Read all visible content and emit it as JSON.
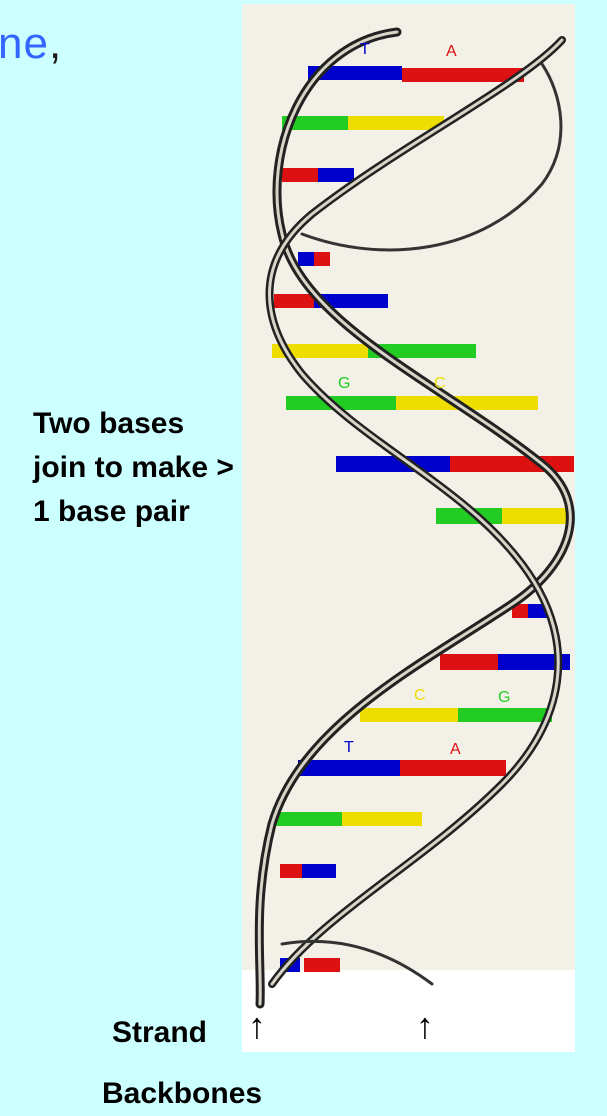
{
  "fragment": {
    "text": "ne",
    "punct": ","
  },
  "labels": {
    "pair_line1": "Two bases",
    "pair_line2": "join to make >",
    "pair_line3": "1 base pair",
    "strand": "Strand",
    "backbones": "Backbones",
    "arrow": "↑"
  },
  "base_letters": {
    "t1": "T",
    "a1": "A",
    "g1": "G",
    "c1": "C",
    "c2": "C",
    "g2": "G",
    "t2": "T",
    "a2": "A"
  },
  "colors": {
    "background": "#ccffff",
    "title_blue": "#3366ff",
    "base_T": "#0000cc",
    "base_A": "#dd1111",
    "base_G": "#22cc22",
    "base_C": "#eedd00",
    "backbone": "#222222"
  }
}
